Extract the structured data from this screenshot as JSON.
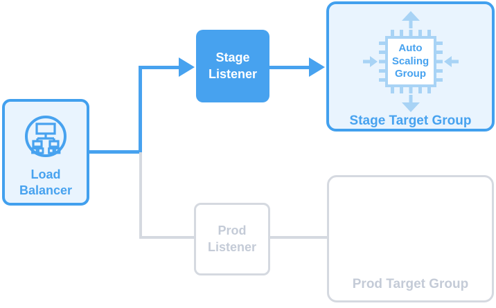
{
  "diagram": {
    "nodes": {
      "load_balancer": {
        "label": "Load Balancer",
        "icon": "load-balancer-network-icon"
      },
      "stage_listener": {
        "label": "Stage Listener"
      },
      "prod_listener": {
        "label": "Prod Listener"
      },
      "stage_target_group": {
        "label": "Stage Target Group",
        "chip_label": "Auto Scaling Group",
        "icon": "auto-scaling-chip-icon"
      },
      "prod_target_group": {
        "label": "Prod Target Group"
      }
    },
    "colors": {
      "primary_blue": "#47a2ef",
      "light_blue_fill": "#e9f4fe",
      "pale_blue": "#a8d3f5",
      "gray_line": "#d5d9e0",
      "gray_text": "#c4cbd7",
      "white": "#ffffff"
    }
  }
}
